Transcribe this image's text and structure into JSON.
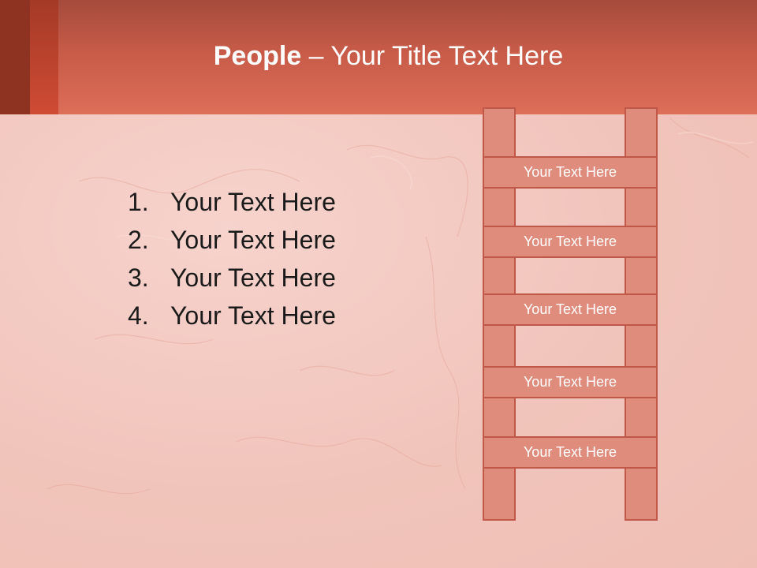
{
  "slide": {
    "title_bold": "People",
    "title_rest": " – Your Title Text Here",
    "list_items": [
      {
        "num": "1.",
        "text": "Your Text Here"
      },
      {
        "num": "2.",
        "text": "Your Text Here"
      },
      {
        "num": "3.",
        "text": "Your Text Here"
      },
      {
        "num": "4.",
        "text": "Your Text Here"
      }
    ],
    "ladder_rungs": [
      "Your Text Here",
      "Your Text Here",
      "Your Text Here",
      "Your Text Here",
      "Your Text Here"
    ]
  },
  "colors": {
    "header_accent": "#dd6e58",
    "ladder_fill": "#e08c7c",
    "ladder_border": "#c0584a",
    "background": "#f1c4bb"
  }
}
